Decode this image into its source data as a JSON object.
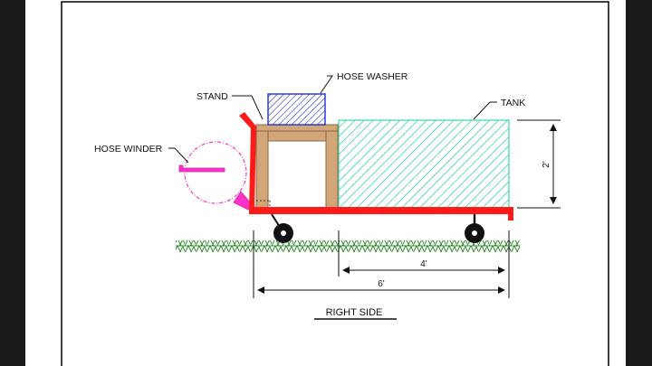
{
  "labels": {
    "hose_washer": "HOSE WASHER",
    "stand": "STAND",
    "tank": "TANK",
    "hose_winder": "HOSE WINDER"
  },
  "dimensions": {
    "tank_height": "2'",
    "tank_length": "4'",
    "overall_length": "6'"
  },
  "view_title": "RIGHT SIDE",
  "colors": {
    "frame": "#ff1a1a",
    "stand_wood": "#d2a679",
    "hose_washer": "#1f2fd6",
    "tank": "#3ad6a8",
    "hose_winder": "#ff33cc",
    "grass": "#2e8b2e"
  }
}
